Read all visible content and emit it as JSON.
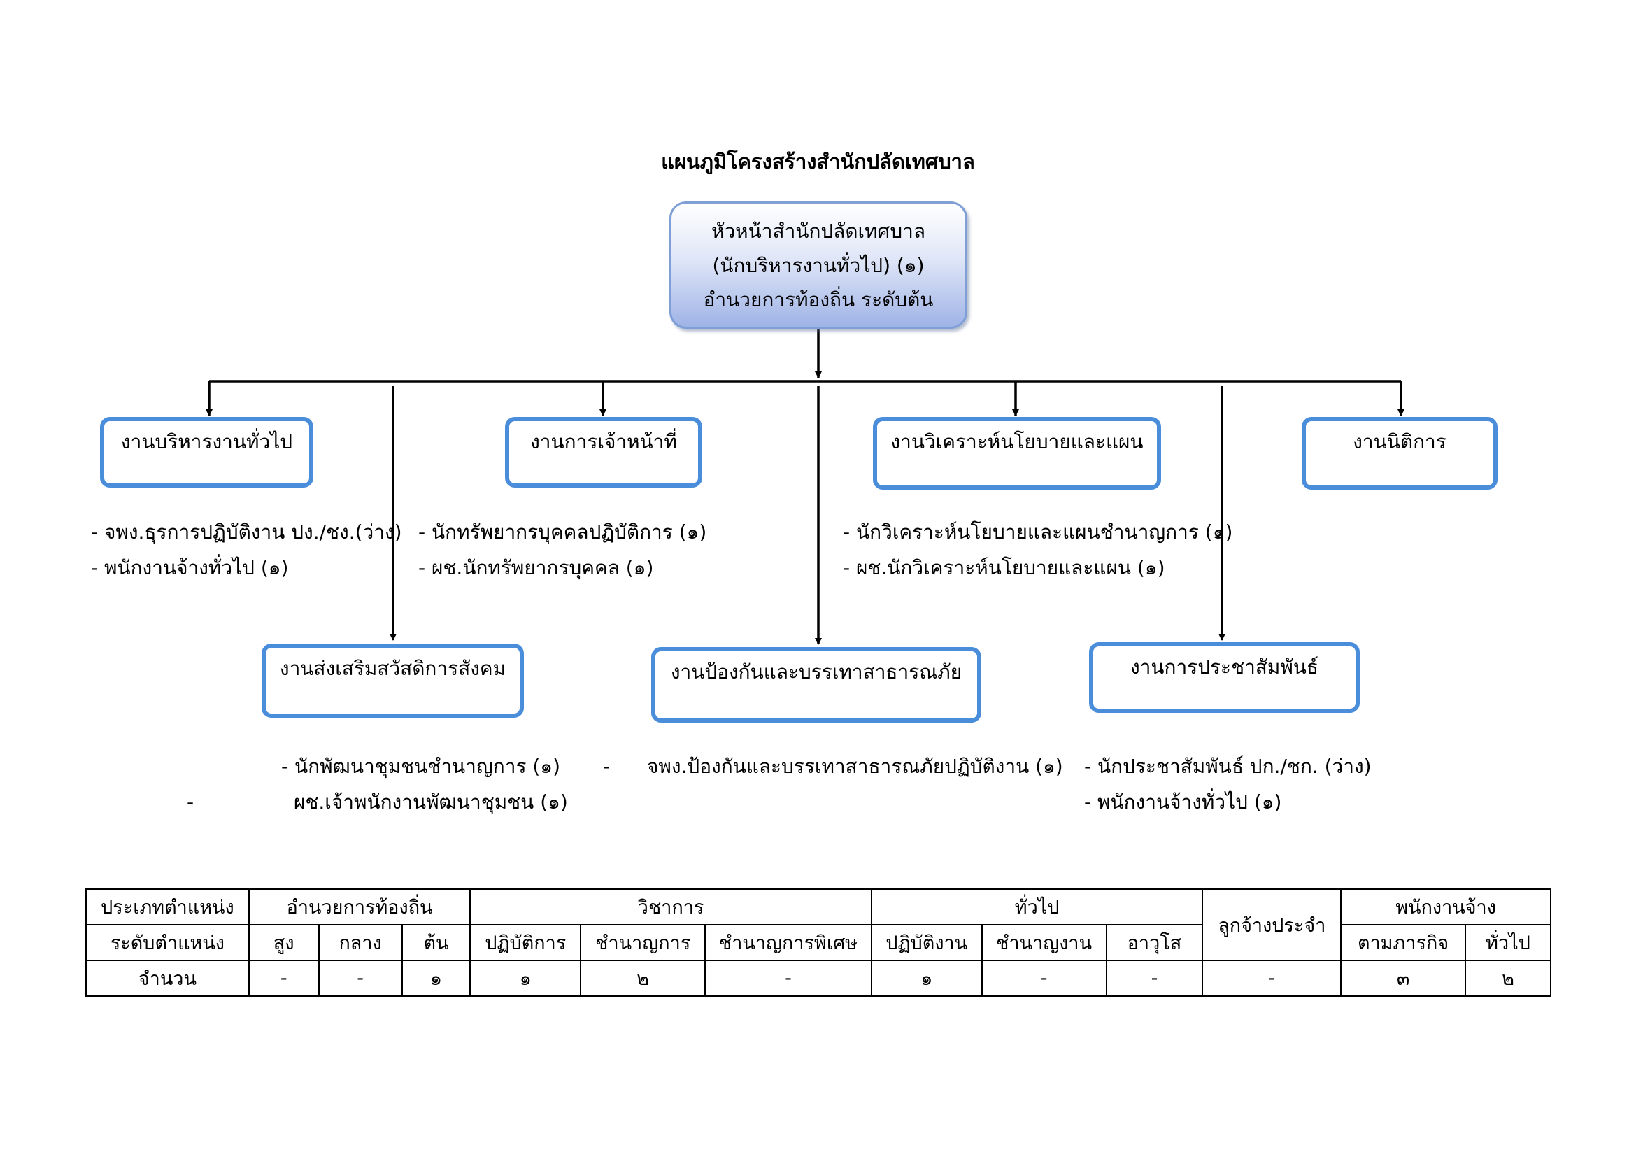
{
  "title": "แผนภูมิโครงสร้างสำนักปลัดเทศบาล",
  "head": {
    "line1": "หัวหน้าสำนักปลัดเทศบาล",
    "line2": "(นักบริหารงานทั่วไป) (๑)",
    "line3": "อำนวยการท้องถิ่น ระดับต้น"
  },
  "units": {
    "general_admin": "งานบริหารงานทั่วไป",
    "personnel": "งานการเจ้าหน้าที่",
    "policy_plan": "งานวิเคราะห์นโยบายและแผน",
    "legal": "งานนิติการ",
    "welfare": "งานส่งเสริมสวัสดิการสังคม",
    "disaster": "งานป้องกันและบรรเทาสาธารณภัย",
    "pr": "งานการประชาสัมพันธ์"
  },
  "staff": {
    "general_admin": [
      "- จพง.ธุรการปฏิบัติงาน ปง./ชง.(ว่าง)",
      "- พนักงานจ้างทั่วไป (๑)"
    ],
    "personnel": [
      "- นักทรัพยากรบุคคลปฏิบัติการ (๑)",
      " - ผช.นักทรัพยากรบุคคล (๑)"
    ],
    "policy_plan": [
      "- นักวิเคราะห์นโยบายและแผนชำนาญการ (๑)",
      "- ผช.นักวิเคราะห์นโยบายและแผน (๑)"
    ],
    "welfare_1": "- นักพัฒนาชุมชนชำนาญการ (๑)",
    "welfare_2_dash": "-",
    "welfare_2": "ผช.เจ้าพนักงานพัฒนาชุมชน (๑)",
    "disaster_dash": "-",
    "disaster_1": "จพง.ป้องกันและบรรเทาสาธารณภัยปฏิบัติงาน (๑)",
    "pr": [
      "- นักประชาสัมพันธ์ ปก./ชก. (ว่าง)",
      " - พนักงานจ้างทั่วไป (๑)"
    ]
  },
  "summary": {
    "row1": {
      "label": "ประเภทตำแหน่ง",
      "local_admin": "อำนวยการท้องถิ่น",
      "academic": "วิชาการ",
      "general": "ทั่วไป",
      "permanent": "ลูกจ้างประจำ",
      "contract": "พนักงานจ้าง"
    },
    "row2": {
      "label": "ระดับตำแหน่ง",
      "levels": [
        "สูง",
        "กลาง",
        "ต้น",
        "ปฏิบัติการ",
        "ชำนาญการ",
        "ชำนาญการพิเศษ",
        "ปฏิบัติงาน",
        "ชำนาญงาน",
        "อาวุโส",
        "ตามภารกิจ",
        "ทั่วไป"
      ]
    },
    "row3": {
      "label": "จำนวน",
      "counts": [
        "-",
        "-",
        "๑",
        "๑",
        "๒",
        "-",
        "๑",
        "-",
        "-",
        "-",
        "๓",
        "๒"
      ]
    }
  }
}
